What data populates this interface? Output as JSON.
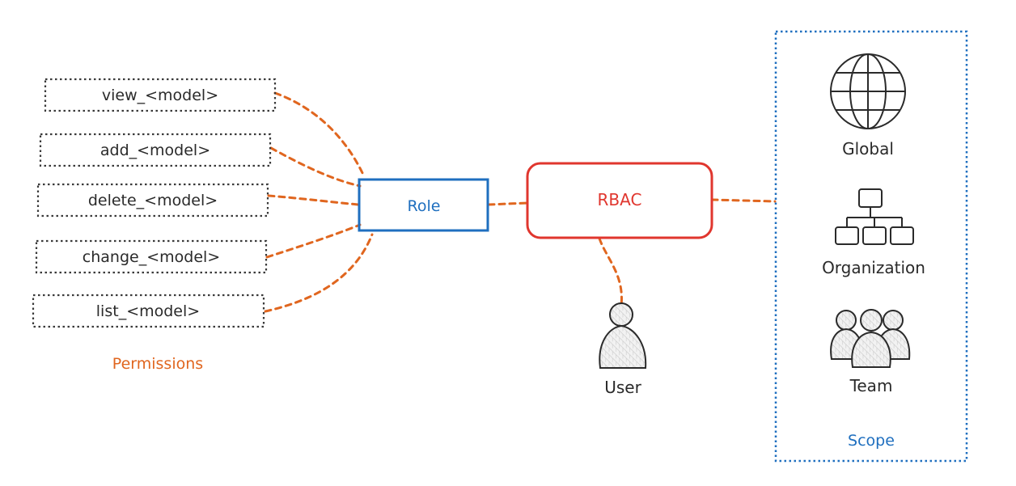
{
  "permissions": {
    "items": [
      "view_<model>",
      "add_<model>",
      "delete_<model>",
      "change_<model>",
      "list_<model>"
    ],
    "label": "Permissions"
  },
  "role": {
    "label": "Role"
  },
  "rbac": {
    "label": "RBAC"
  },
  "user": {
    "label": "User"
  },
  "scope": {
    "label": "Scope",
    "items": [
      {
        "label": "Global",
        "icon": "globe-icon"
      },
      {
        "label": "Organization",
        "icon": "org-chart-icon"
      },
      {
        "label": "Team",
        "icon": "team-icon"
      }
    ]
  },
  "colors": {
    "connector": "#e0661f",
    "role": "#1f6fbf",
    "rbac": "#e0362e",
    "scope_border": "#1f6fbf"
  }
}
